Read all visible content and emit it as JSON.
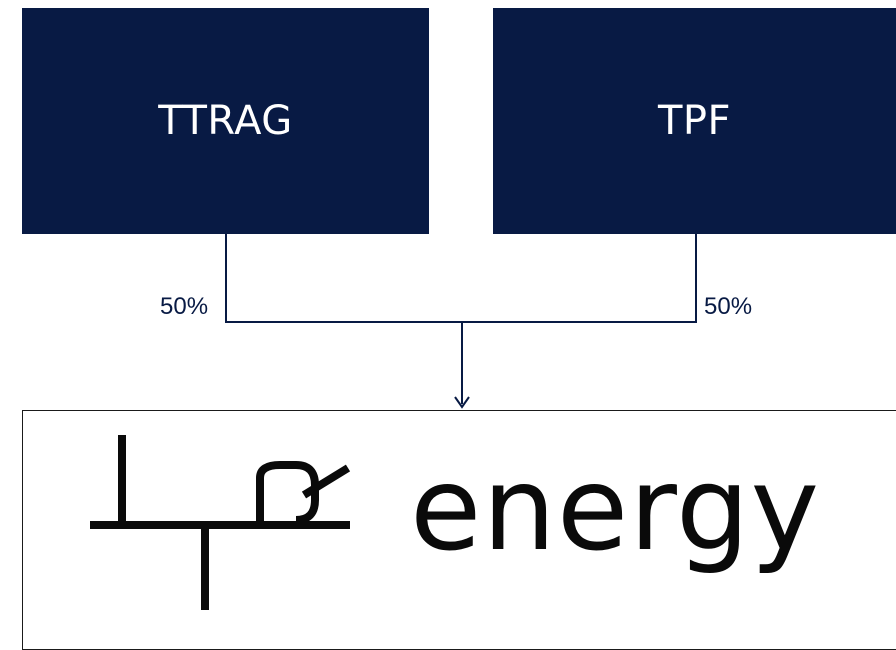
{
  "colors": {
    "box_fill": "#081A44",
    "box_text": "#ffffff",
    "connector": "#081A44",
    "percent_text": "#081A44",
    "logo": "#0a0a0a"
  },
  "owners": [
    {
      "name": "TTRAG",
      "share": "50%"
    },
    {
      "name": "TPF",
      "share": "50%"
    }
  ],
  "joint_venture": {
    "logo_mark_letters": [
      "T",
      "T",
      "R"
    ],
    "logo_word": "energy"
  }
}
